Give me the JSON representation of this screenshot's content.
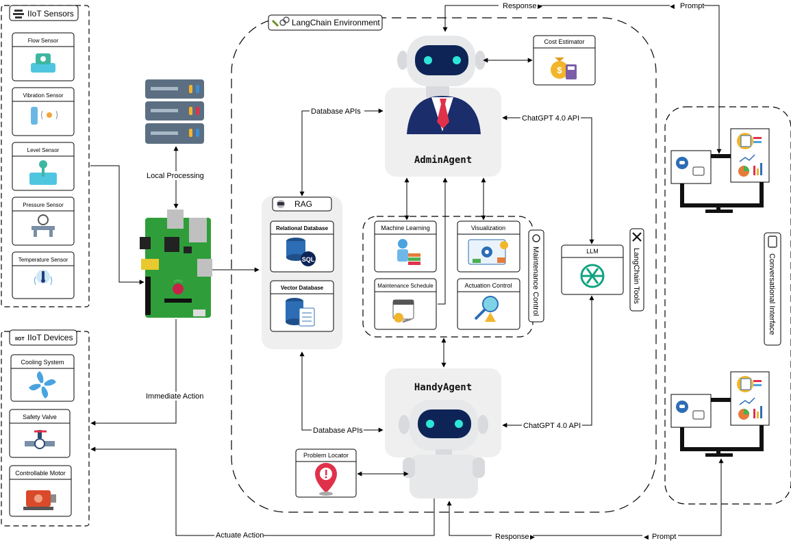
{
  "groups": {
    "sensors_title": "IIoT Sensors",
    "devices_title": "IIoT Devices",
    "langchain_env": "LangChain Environment",
    "rag": "RAG",
    "maintenance_control": "Maintenance Control",
    "langchain_tools": "LangChain Tools",
    "conversational_interface": "Conversational Interface",
    "iot_badge": "IIOT"
  },
  "sensors": [
    "Flow Sensor",
    "Vibration Sensor",
    "Level Sensor",
    "Pressure Sensor",
    "Temperature Sensor"
  ],
  "devices": [
    "Cooling System",
    "Safety Valve",
    "Controllable Motor"
  ],
  "databases": [
    "Relational Database",
    "Vector Database"
  ],
  "db_glyph": "SQL",
  "modules": [
    "Machine Learning",
    "Visualization",
    "Maintenance Schedule",
    "Actuation Control"
  ],
  "agents": {
    "admin": "AdminAgent",
    "handy": "HandyAgent"
  },
  "tools": {
    "cost": "Cost Estimator",
    "problem": "Problem Locator",
    "llm": "LLM"
  },
  "edges": {
    "response_top": "Response",
    "prompt_top": "Prompt",
    "response_bottom": "Response",
    "prompt_bottom": "Prompt",
    "db_apis_top": "Database APIs",
    "db_apis_bottom": "Database APIs",
    "chatgpt_top": "ChatGPT 4.0 API",
    "chatgpt_bottom": "ChatGPT 4.0 API",
    "local_processing": "Local Processing",
    "immediate_action": "Immediate Action",
    "actuate_action": "Actuate Action"
  },
  "icons": [
    "server-icon",
    "raspberry-pi-board-icon",
    "robot-icon",
    "money-bag-icon",
    "openai-icon",
    "database-icon",
    "monitor-icon",
    "chat-icon",
    "warning-pin-icon",
    "fan-icon",
    "valve-icon",
    "motor-icon",
    "wrench-icon"
  ],
  "colors": {
    "robot_face": "#0e2457",
    "robot_eye": "#2ee6d8",
    "tie": "#e0314b",
    "board": "#2f9e3a",
    "openai": "#10a37f"
  }
}
